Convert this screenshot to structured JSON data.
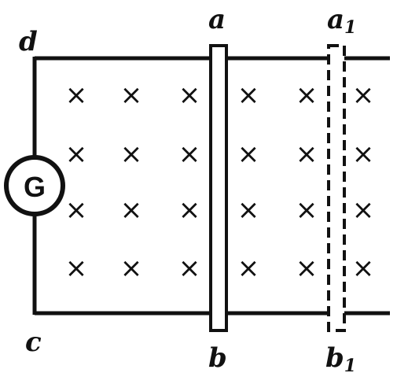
{
  "labels": {
    "d": "d",
    "c": "c",
    "a": "a",
    "b": "b",
    "a1": "a",
    "a1_sub": "1",
    "b1": "b",
    "b1_sub": "1",
    "meter": "G"
  },
  "field_symbol": "×",
  "field_grid": {
    "rows": 4,
    "cols": 6
  }
}
